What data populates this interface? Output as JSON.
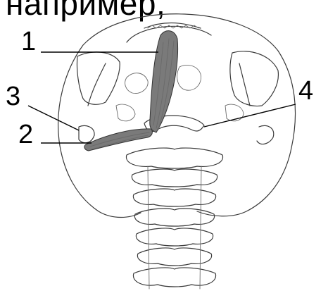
{
  "header_text": "например,",
  "labels": [
    {
      "id": "1",
      "text": "1"
    },
    {
      "id": "2",
      "text": "2"
    },
    {
      "id": "3",
      "text": "3"
    },
    {
      "id": "4",
      "text": "4"
    }
  ],
  "colors": {
    "ink": "#3a3a3a",
    "muscle": "#555555",
    "leader": "#000000"
  }
}
